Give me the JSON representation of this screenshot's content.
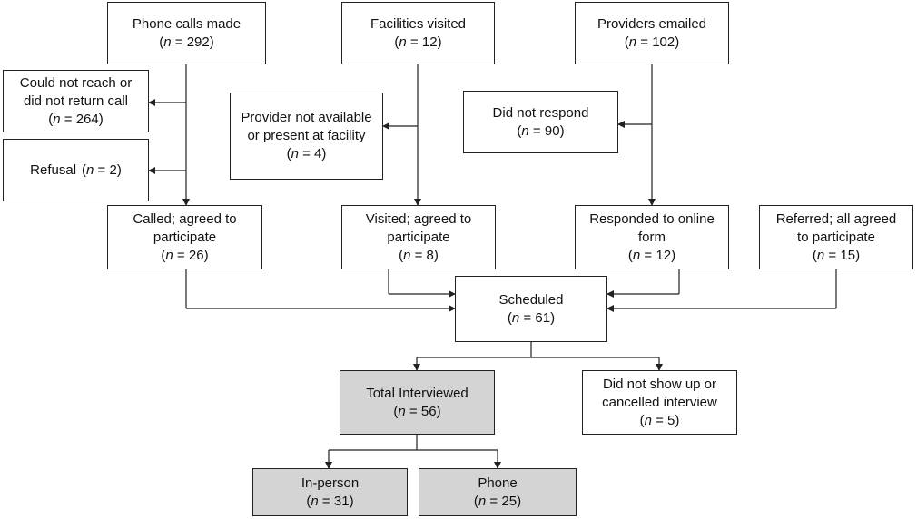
{
  "colors": {
    "border": "#222222",
    "shaded_fill": "#d4d4d4",
    "line": "#222222"
  },
  "nodes": {
    "phone_calls": {
      "title": "Phone calls made",
      "n": "292"
    },
    "facilities": {
      "title": "Facilities visited",
      "n": "12"
    },
    "emailed": {
      "title": "Providers emailed",
      "n": "102"
    },
    "no_reach": {
      "title": "Could not reach or\ndid not return call",
      "n": "264"
    },
    "refusal": {
      "title": "Refusal",
      "n": "2"
    },
    "not_available": {
      "title": "Provider not available\nor present at facility",
      "n": "4"
    },
    "no_respond": {
      "title": "Did not respond",
      "n": "90"
    },
    "called_agreed": {
      "title": "Called; agreed to\nparticipate",
      "n": "26"
    },
    "visited_agreed": {
      "title": "Visited; agreed to\nparticipate",
      "n": "8"
    },
    "responded_online": {
      "title": "Responded to online\nform",
      "n": "12"
    },
    "referred": {
      "title": "Referred; all agreed\nto participate",
      "n": "15"
    },
    "scheduled": {
      "title": "Scheduled",
      "n": "61"
    },
    "interviewed": {
      "title": "Total Interviewed",
      "n": "56"
    },
    "no_show": {
      "title": "Did not show up or\ncancelled interview",
      "n": "5"
    },
    "in_person": {
      "title": "In-person",
      "n": "31"
    },
    "phone": {
      "title": "Phone",
      "n": "25"
    }
  },
  "n_label": "n",
  "n_sep": " = "
}
